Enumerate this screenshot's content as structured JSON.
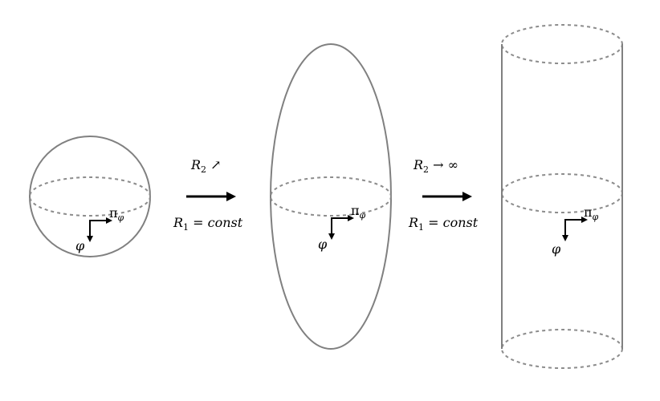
{
  "colors": {
    "outline": "#808080",
    "dashed": "#8c8c8c",
    "arrow": "#000000",
    "background": "#ffffff"
  },
  "icons": {
    "step_arrow": "right-arrow-icon",
    "frame_down": "down-arrow-icon",
    "frame_right": "right-arrow-icon"
  },
  "axis_labels": {
    "pi": "π",
    "pi_sub": "φ",
    "phi": "φ"
  },
  "transition_1": {
    "top_var": "R",
    "top_sub": "2",
    "top_op": " ↗",
    "bottom_var": "R",
    "bottom_sub": "1",
    "bottom_eq": " = ",
    "bottom_val": "const"
  },
  "transition_2": {
    "top_var": "R",
    "top_sub": "2",
    "top_op": " → ∞",
    "bottom_var": "R",
    "bottom_sub": "1",
    "bottom_eq": " = ",
    "bottom_val": "const"
  }
}
